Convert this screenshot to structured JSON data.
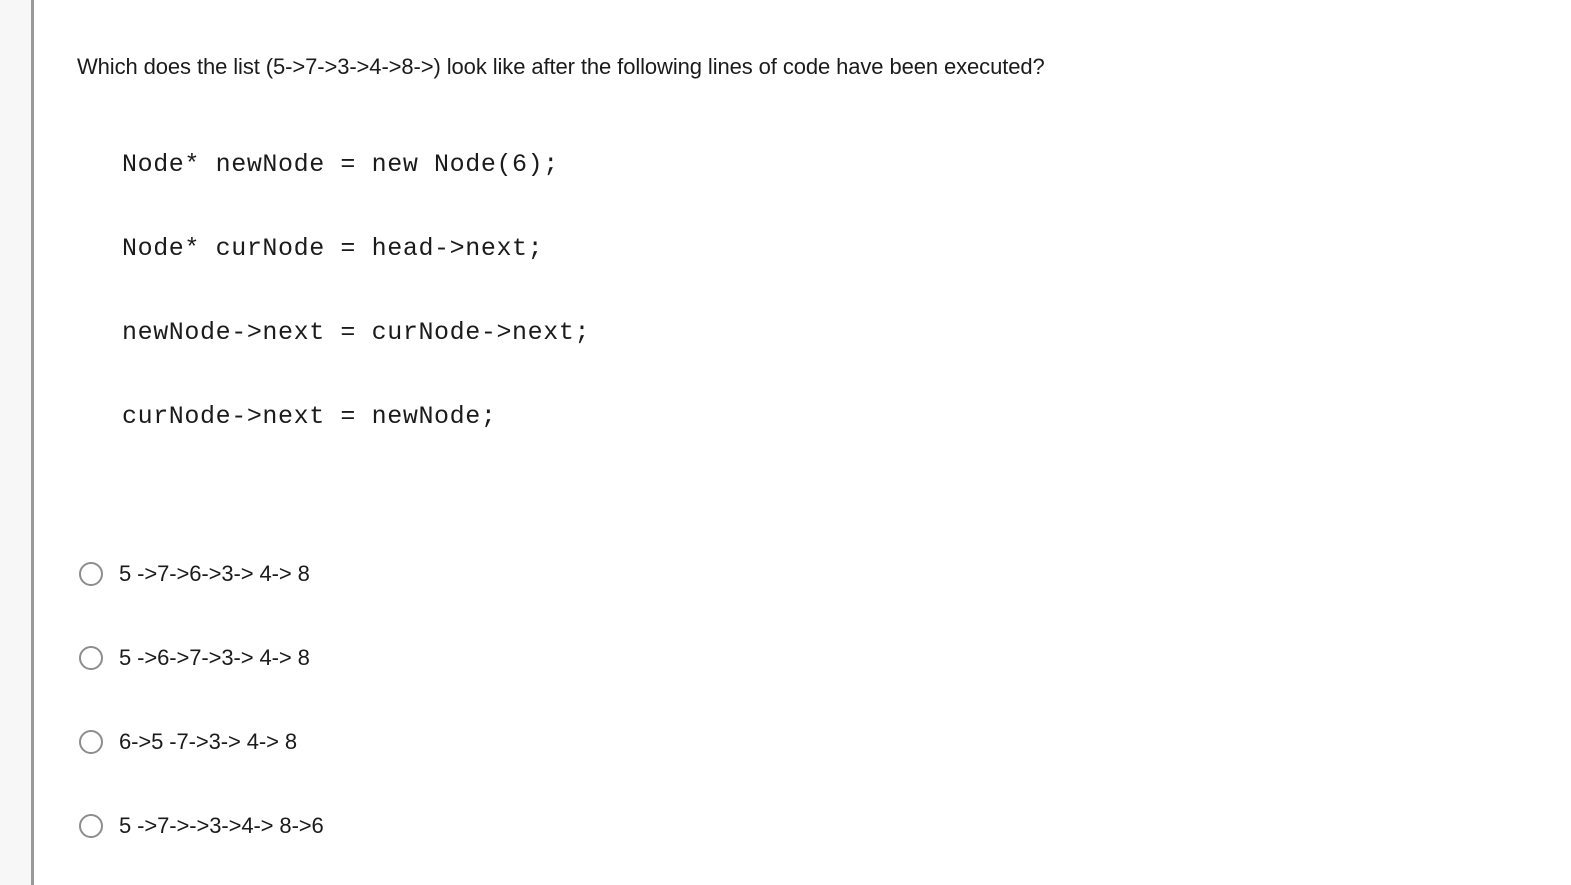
{
  "question": {
    "stem": "Which does the list (5->7->3->4->8->) look like after the following lines of code have been executed?",
    "code_lines": [
      "Node* newNode = new Node(6);",
      "Node* curNode = head->next;",
      "newNode->next = curNode->next;",
      "curNode->next = newNode;"
    ],
    "options": [
      {
        "label": "5 ->7->6->3-> 4-> 8",
        "selected": false
      },
      {
        "label": "5 ->6->7->3-> 4-> 8",
        "selected": false
      },
      {
        "label": "6->5 -7->3-> 4-> 8",
        "selected": false
      },
      {
        "label": "5 ->7->->3->4-> 8->6",
        "selected": false
      }
    ]
  },
  "colors": {
    "text": "#1b1b1b",
    "gutter": "#f7f7f7",
    "rule": "#9a9a9a",
    "radio_border": "#8d8d8d",
    "background": "#ffffff"
  }
}
